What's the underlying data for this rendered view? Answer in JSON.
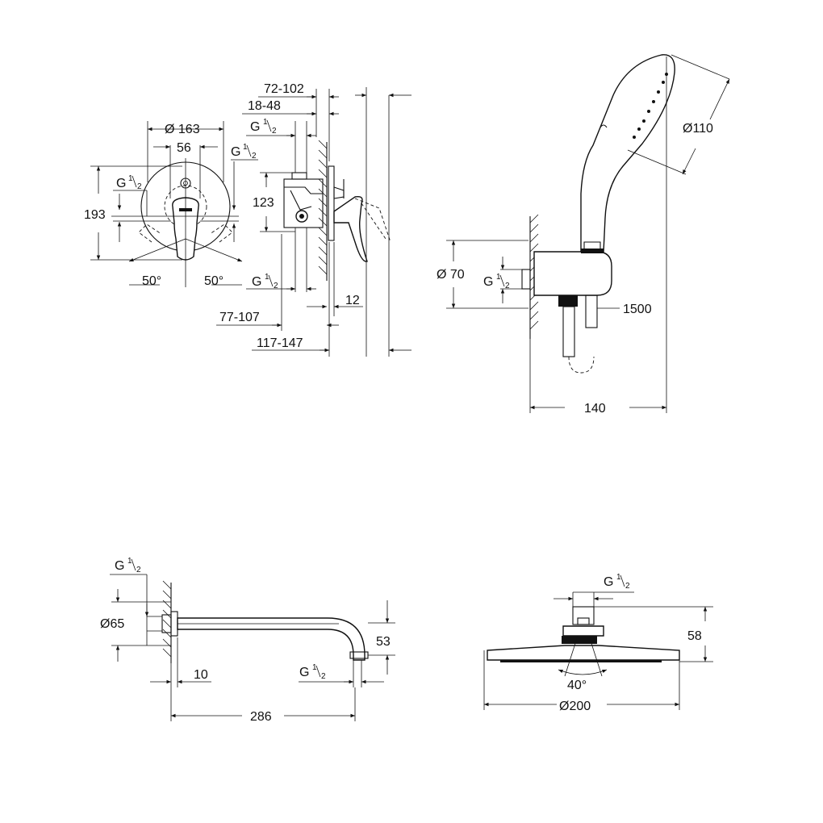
{
  "mixer": {
    "dims": {
      "d72_102": "72-102",
      "d18_48": "18-48",
      "g_front_top": "G",
      "d163": "Ø 163",
      "d56": "56",
      "g_side_right": "G",
      "g_side_left": "G",
      "d193": "193",
      "d123": "123",
      "angle_left": "50°",
      "angle_right": "50°",
      "g_bottom": "G",
      "d77_107": "77-107",
      "d12": "12",
      "d117_147": "117-147"
    },
    "fraction": {
      "num": "1",
      "den": "2"
    }
  },
  "handshower": {
    "dims": {
      "d110": "Ø110",
      "d70": "Ø 70",
      "g_label": "G",
      "hose": "1500",
      "d140": "140"
    },
    "fraction": {
      "num": "1",
      "den": "2"
    }
  },
  "arm": {
    "dims": {
      "g_top": "G",
      "d65": "Ø65",
      "d53": "53",
      "d10": "10",
      "g_bottom": "G",
      "d286": "286"
    },
    "fraction": {
      "num": "1",
      "den": "2"
    }
  },
  "head": {
    "dims": {
      "g_top": "G",
      "d58": "58",
      "angle": "40°",
      "d200": "Ø200"
    },
    "fraction": {
      "num": "1",
      "den": "2"
    }
  }
}
